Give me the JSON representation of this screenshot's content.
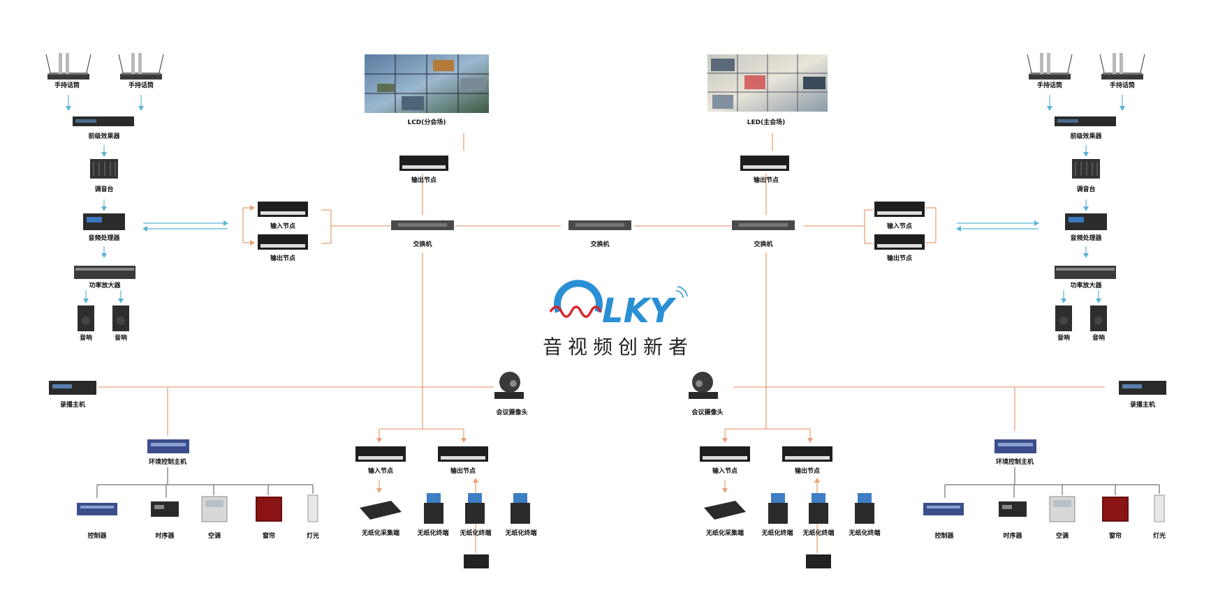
{
  "logo": {
    "brand": "LKY",
    "slogan": "音视频创新者"
  },
  "labels": {
    "handheld_mic": "手持话筒",
    "preamp_effects": "前级效果器",
    "mixer": "调音台",
    "audio_processor": "音频处理器",
    "power_amp": "功率放大器",
    "speaker": "音响",
    "lcd_sub": "LCD(分会场)",
    "led_main": "LED(主会场)",
    "output_node": "输出节点",
    "input_node": "输入节点",
    "switch": "交换机",
    "recording_host": "录播主机",
    "env_control_host": "环境控制主机",
    "conference_camera": "会议摄像头",
    "controller": "控制器",
    "sequencer": "时序器",
    "air_conditioner": "空调",
    "curtain": "窗帘",
    "lighting": "灯光",
    "paperless_collector": "无纸化采集端",
    "paperless_terminal": "无纸化终端"
  },
  "colors": {
    "orange_line": "#e8a077",
    "blue_arrow": "#5ab4d6",
    "gray_line": "#6e6e6e",
    "logo_blue": "#2a8fd4",
    "logo_red": "#d8262b"
  }
}
